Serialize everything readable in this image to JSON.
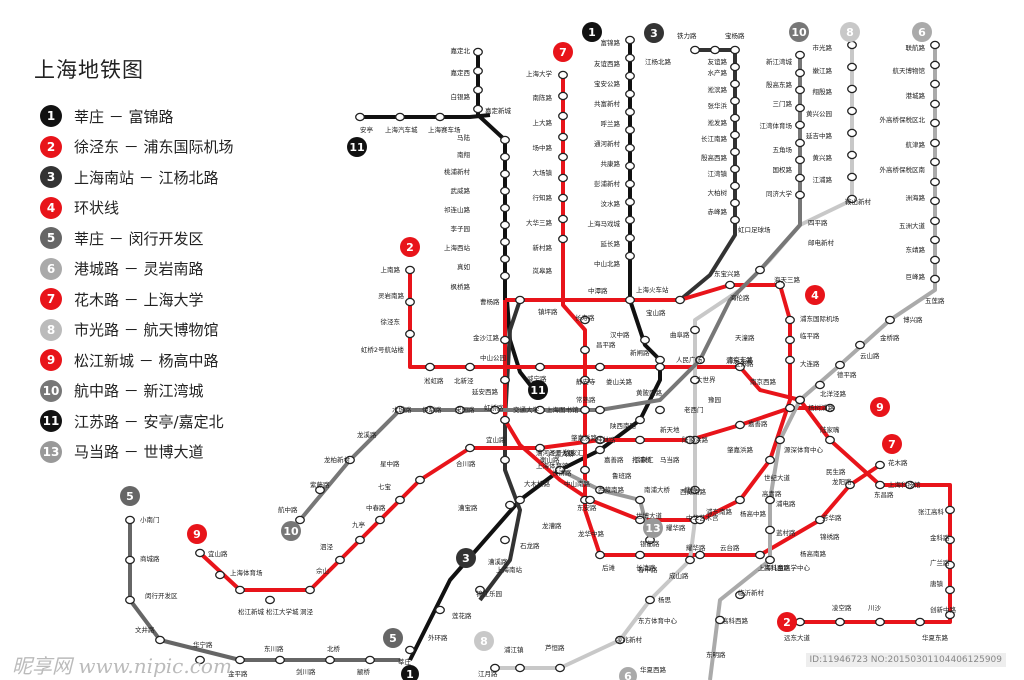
{
  "title": "上海地铁图",
  "legend": [
    {
      "num": "1",
      "text": "莘庄 － 富锦路",
      "color": "#111111"
    },
    {
      "num": "2",
      "text": "徐泾东 － 浦东国际机场",
      "color": "#e8141a"
    },
    {
      "num": "3",
      "text": "上海南站 － 江杨北路",
      "color": "#333333"
    },
    {
      "num": "4",
      "text": "环状线",
      "color": "#e8141a"
    },
    {
      "num": "5",
      "text": "莘庄 － 闵行开发区",
      "color": "#666666"
    },
    {
      "num": "6",
      "text": "港城路 － 灵岩南路",
      "color": "#aaaaaa"
    },
    {
      "num": "7",
      "text": "花木路 － 上海大学",
      "color": "#e8141a"
    },
    {
      "num": "8",
      "text": "市光路 － 航天博物馆",
      "color": "#bbbbbb"
    },
    {
      "num": "9",
      "text": "松江新城 － 杨高中路",
      "color": "#e8141a"
    },
    {
      "num": "10",
      "text": "航中路 － 新江湾城",
      "color": "#777777"
    },
    {
      "num": "11",
      "text": "江苏路 － 安亭/嘉定北",
      "color": "#111111"
    },
    {
      "num": "13",
      "text": "马当路 － 世博大道",
      "color": "#999999"
    }
  ],
  "colors": {
    "red": "#e8141a",
    "black": "#111111",
    "dark": "#333333",
    "mid": "#777777",
    "light": "#aaaaaa",
    "lighter": "#c8c8c8"
  },
  "line_badges": [
    {
      "num": "1",
      "color": "#111111"
    },
    {
      "num": "3",
      "color": "#333333"
    },
    {
      "num": "10",
      "color": "#777777"
    },
    {
      "num": "8",
      "color": "#c8c8c8"
    },
    {
      "num": "6",
      "color": "#aaaaaa"
    },
    {
      "num": "7",
      "color": "#e8141a"
    },
    {
      "num": "11",
      "color": "#111111"
    },
    {
      "num": "2",
      "color": "#e8141a"
    },
    {
      "num": "4",
      "color": "#e8141a"
    },
    {
      "num": "9",
      "color": "#e8141a"
    },
    {
      "num": "7",
      "color": "#e8141a"
    },
    {
      "num": "5",
      "color": "#666666"
    },
    {
      "num": "9",
      "color": "#e8141a"
    },
    {
      "num": "10",
      "color": "#777777"
    },
    {
      "num": "3",
      "color": "#333333"
    },
    {
      "num": "13",
      "color": "#999999"
    },
    {
      "num": "2",
      "color": "#e8141a"
    },
    {
      "num": "5",
      "color": "#666666"
    },
    {
      "num": "8",
      "color": "#c8c8c8"
    },
    {
      "num": "1",
      "color": "#111111"
    },
    {
      "num": "11",
      "color": "#111111"
    },
    {
      "num": "6",
      "color": "#aaaaaa"
    }
  ],
  "station_labels": [
    "嘉定北",
    "嘉定西",
    "白银路",
    "嘉定新城",
    "马陆",
    "南翔",
    "桃浦新村",
    "武威路",
    "祁连山路",
    "李子园",
    "上海西站",
    "真如",
    "枫桥路",
    "曹杨路",
    "安亭",
    "上海汽车城",
    "上海赛车场",
    "上海大学",
    "南陈路",
    "上大路",
    "场中路",
    "大场镇",
    "行知路",
    "大华三路",
    "新村路",
    "岚皋路",
    "镇坪路",
    "长寿路",
    "昌平路",
    "静安寺",
    "常熟路",
    "肇嘉浜路",
    "东安路",
    "龙华中路",
    "后滩",
    "长清路",
    "耀华路",
    "云台路",
    "高科西路",
    "杨高南路",
    "锦绣路",
    "芳华路",
    "龙阳路",
    "花木路",
    "富锦路",
    "友谊西路",
    "宝安公路",
    "共富新村",
    "呼兰路",
    "通河新村",
    "共康路",
    "彭浦新村",
    "汶水路",
    "上海马戏城",
    "延长路",
    "中山北路",
    "上海火车站",
    "汉中路",
    "新闸路",
    "人民广场",
    "黄陂南路",
    "陕西南路",
    "衡山路",
    "徐家汇",
    "上海体育馆",
    "漕宝路",
    "上海南站",
    "锦江乐园",
    "莲花路",
    "外环路",
    "莘庄",
    "铁力路",
    "江杨北路",
    "友谊路",
    "宝杨路",
    "水产路",
    "淞滨路",
    "张华浜",
    "淞发路",
    "长江南路",
    "殷高西路",
    "江湾镇",
    "大柏树",
    "赤峰路",
    "虹口足球场",
    "东宝兴路",
    "宝山路",
    "中潭路",
    "金沙江路",
    "中山公园",
    "延安西路",
    "虹桥路",
    "宜山路",
    "龙漕路",
    "石龙路",
    "新江湾城",
    "殷高东路",
    "三门路",
    "江湾体育场",
    "五角场",
    "国权路",
    "同济大学",
    "四平路",
    "邮电新村",
    "海伦路",
    "天潼路",
    "南京东路",
    "豫园",
    "老西门",
    "新天地",
    "陆家浜路",
    "马当路",
    "打浦桥",
    "嘉善路",
    "上海图书馆",
    "交通大学",
    "宋园路",
    "伊犁路",
    "水城路",
    "龙溪路",
    "龙柏新村",
    "紫藤路",
    "航中路",
    "市光路",
    "嫩江路",
    "翔殷路",
    "黄兴公园",
    "延吉中路",
    "黄兴路",
    "江浦路",
    "鞍山新村",
    "曲阜路",
    "大世界",
    "西藏南路",
    "中华艺术宫",
    "耀华路",
    "成山路",
    "杨思",
    "东方体育中心",
    "凌兆新村",
    "芦恒路",
    "浦江镇",
    "江月路",
    "联航路",
    "航天博物馆",
    "港城路",
    "外高桥保税区北",
    "航津路",
    "外高桥保税区南",
    "洲海路",
    "五洲大道",
    "东靖路",
    "巨峰路",
    "五莲路",
    "博兴路",
    "金桥路",
    "云山路",
    "德平路",
    "北洋泾路",
    "民生路",
    "源深体育中心",
    "世纪大道",
    "浦电路",
    "蓝村路",
    "上海儿童医学中心",
    "临沂新村",
    "高科西路",
    "东明路",
    "高青路",
    "华夏西路",
    "上南路",
    "灵岩南路",
    "徐泾东",
    "虹桥2号航站楼",
    "淞虹路",
    "北新泾",
    "威宁路",
    "娄山关路",
    "江苏路",
    "南京西路",
    "陆家嘴",
    "东昌路",
    "上海科技馆",
    "张江高科",
    "金科路",
    "广兰路",
    "唐镇",
    "创新中路",
    "华夏东路",
    "川沙",
    "凌空路",
    "远东大道",
    "海天三路",
    "浦东国际机场",
    "临平路",
    "大连路",
    "杨树浦路",
    "浦东大道",
    "杨高中路",
    "浦东南路",
    "塘桥",
    "南浦大桥",
    "西藏南路",
    "鲁班路",
    "大木桥路",
    "中山南路",
    "宜山路",
    "上海体育场",
    "松江新城",
    "松江大学城",
    "洞泾",
    "佘山",
    "泗泾",
    "九亭",
    "中春路",
    "七宝",
    "星中路",
    "合川路",
    "漕河泾开发区",
    "桂林路",
    "徐家汇",
    "肇嘉浜路",
    "嘉善路",
    "小南门",
    "商城路",
    "闵行开发区",
    "文井路",
    "华宁路",
    "金平路",
    "东川路",
    "剑川路",
    "北桥",
    "颛桥",
    "银都路",
    "春申路",
    "世博大道",
    "长清路",
    "卢浦大桥",
    "漕溪路",
    "龙漕路",
    "上海南站"
  ],
  "watermark": {
    "left": "昵享网 www.nipic.com",
    "right": "ID:11946723 NO:20150301104406125909"
  }
}
